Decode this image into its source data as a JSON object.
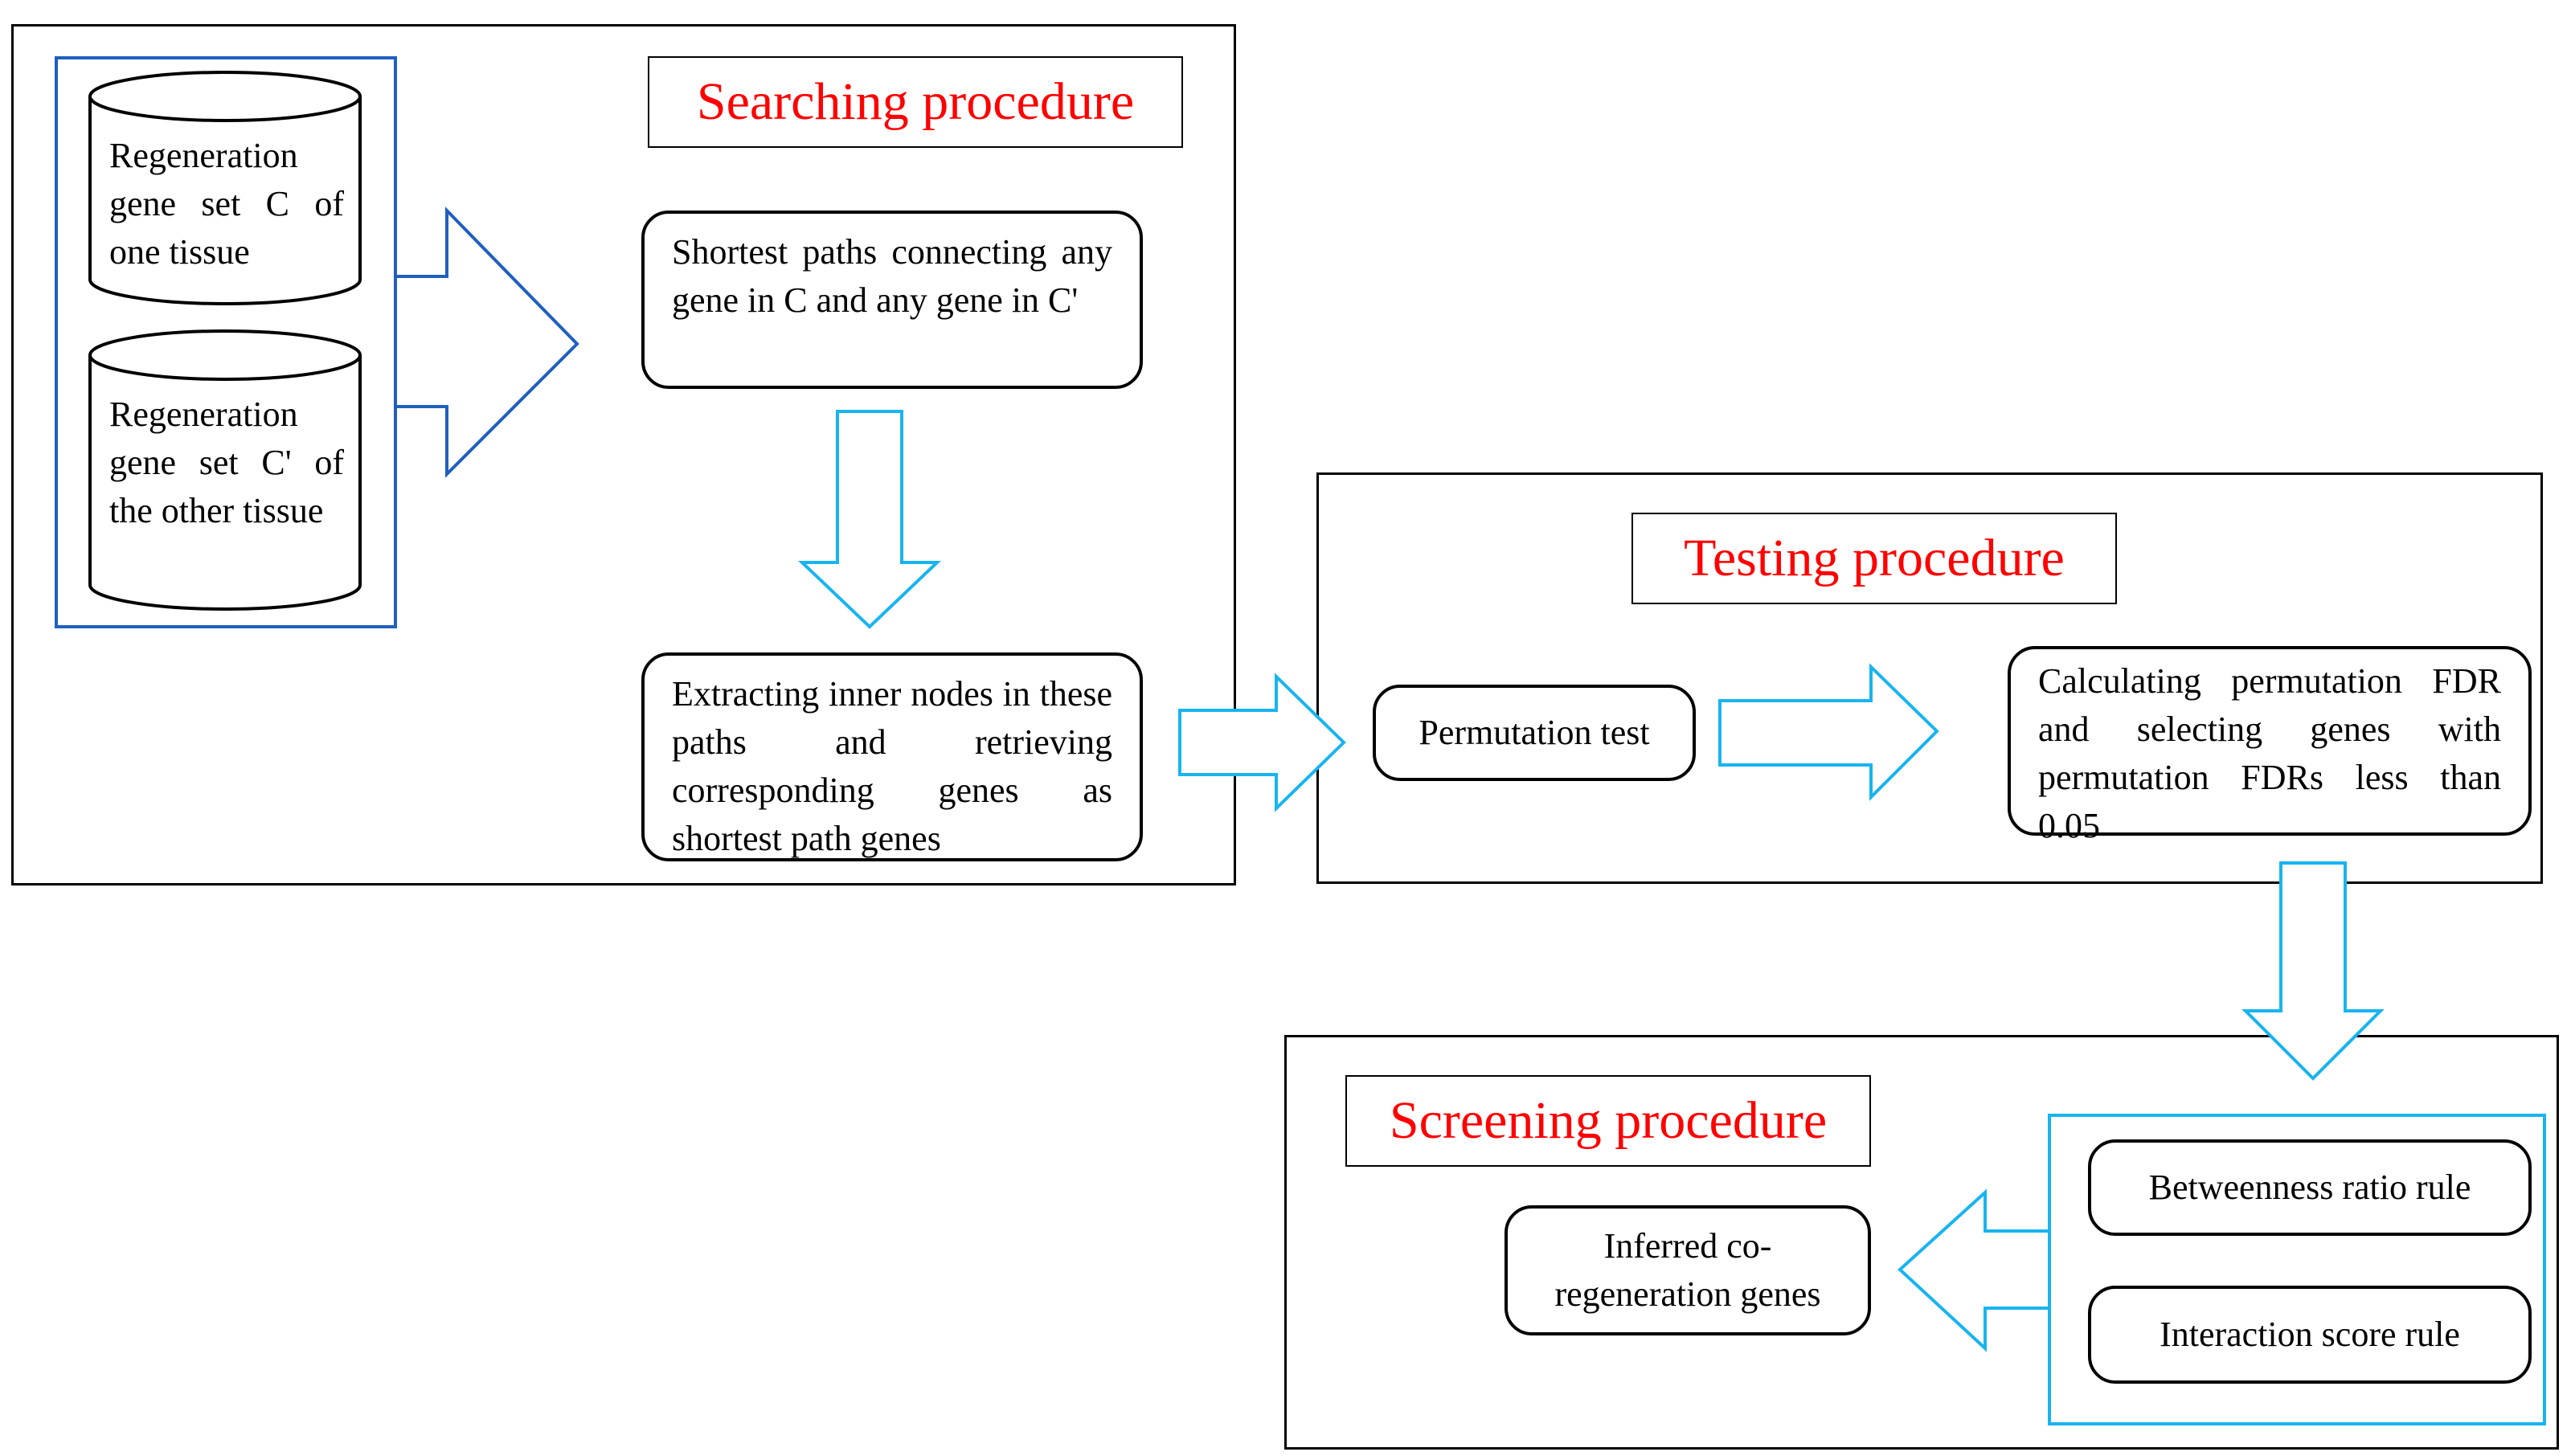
{
  "searching": {
    "title": "Searching procedure",
    "set_c": "Regeneration gene set C of one tissue",
    "set_c_prime": "Regeneration gene set C' of the other tissue",
    "shortest_paths": "Shortest paths connecting any gene in C and any gene in C'",
    "extracting": "Extracting inner nodes in these paths and retrieving corresponding genes as shortest path genes"
  },
  "testing": {
    "title": "Testing procedure",
    "permutation_test": "Permutation test",
    "calculating": "Calculating permutation FDR and selecting genes with permutation FDRs less than 0.05"
  },
  "screening": {
    "title": "Screening procedure",
    "betweenness": "Betweenness ratio rule",
    "interaction": "Interaction score rule",
    "inferred": "Inferred co-regeneration genes"
  },
  "colors": {
    "title_red": "#ff0000",
    "group_blue": "#1f5fbf",
    "arrow_cyan": "#18b4f0"
  }
}
